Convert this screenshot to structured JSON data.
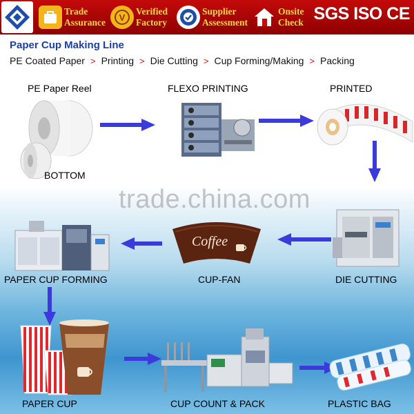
{
  "header": {
    "badges": [
      {
        "icon": "trade-assurance-icon",
        "line1": "Trade",
        "line2": "Assurance"
      },
      {
        "icon": "verified-factory-icon",
        "line1": "Verified",
        "line2": "Factory"
      },
      {
        "icon": "supplier-assessment-icon",
        "line1": "Supplier",
        "line2": "Assessment"
      },
      {
        "icon": "onsite-check-icon",
        "line1": "Onsite",
        "line2": "Check"
      }
    ],
    "certifications": "SGS ISO CE"
  },
  "title": "Paper Cup Making Line",
  "breadcrumb": [
    "PE Coated Paper",
    "Printing",
    "Die Cutting",
    "Cup Forming/Making",
    "Packing"
  ],
  "steps": {
    "pe_paper_reel": "PE Paper Reel",
    "bottom": "BOTTOM",
    "flexo_printing": "FLEXO PRINTING",
    "printed": "PRINTED",
    "paper_cup_forming": "PAPER CUP FORMING",
    "cup_fan": "CUP-FAN",
    "die_cutting": "DIE CUTTING",
    "paper_cup": "PAPER CUP",
    "cup_count_pack": "CUP COUNT & PACK",
    "plastic_bag": "PLASTIC BAG"
  },
  "cup_fan_text": "Coffee",
  "watermark": "trade.china.com",
  "colors": {
    "header_red": "#b00000",
    "badge_yellow": "#ffd64a",
    "title_blue": "#1a3fa6",
    "arrow_blue": "#3b3bdc",
    "breadcrumb_sep": "#d01010"
  }
}
